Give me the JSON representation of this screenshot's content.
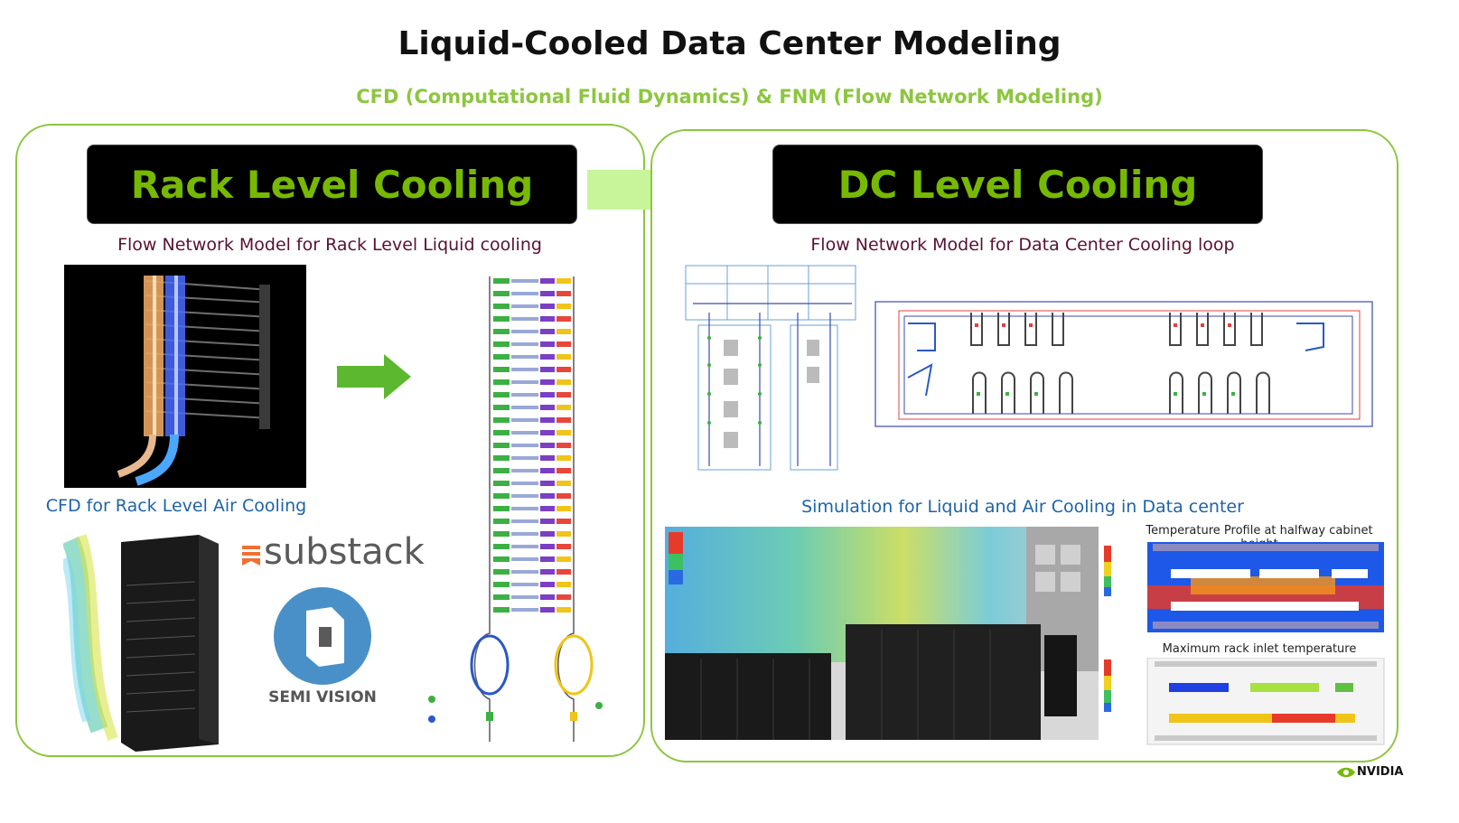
{
  "header": {
    "title": "Liquid-Cooled Data Center Modeling",
    "subtitle": "CFD (Computational Fluid Dynamics)  & FNM (Flow Network Modeling)"
  },
  "left_panel": {
    "heading": "Rack Level Cooling",
    "fnm_caption": "Flow Network  Model for Rack Level Liquid cooling",
    "cfd_caption": "CFD for Rack Level Air Cooling"
  },
  "right_panel": {
    "heading": "DC Level Cooling",
    "fnm_caption": "Flow Network Model for Data Center Cooling loop",
    "sim_caption": "Simulation for Liquid and Air Cooling in Data center",
    "temp_profile_label": "Temperature Profile at halfway cabinet height",
    "max_inlet_label": "Maximum rack inlet temperature"
  },
  "watermarks": {
    "substack": "substack",
    "semivision": "SEMI VISION"
  },
  "footer": {
    "brand": "NVIDIA"
  },
  "colors": {
    "accent_green": "#76b900",
    "panel_border": "#8cc63f",
    "caption_dark": "#5a1033",
    "caption_blue": "#1e63a8"
  },
  "icons": [
    "arrow-right-icon",
    "substack-logo-icon",
    "semivision-logo-icon",
    "nvidia-eye-icon"
  ]
}
